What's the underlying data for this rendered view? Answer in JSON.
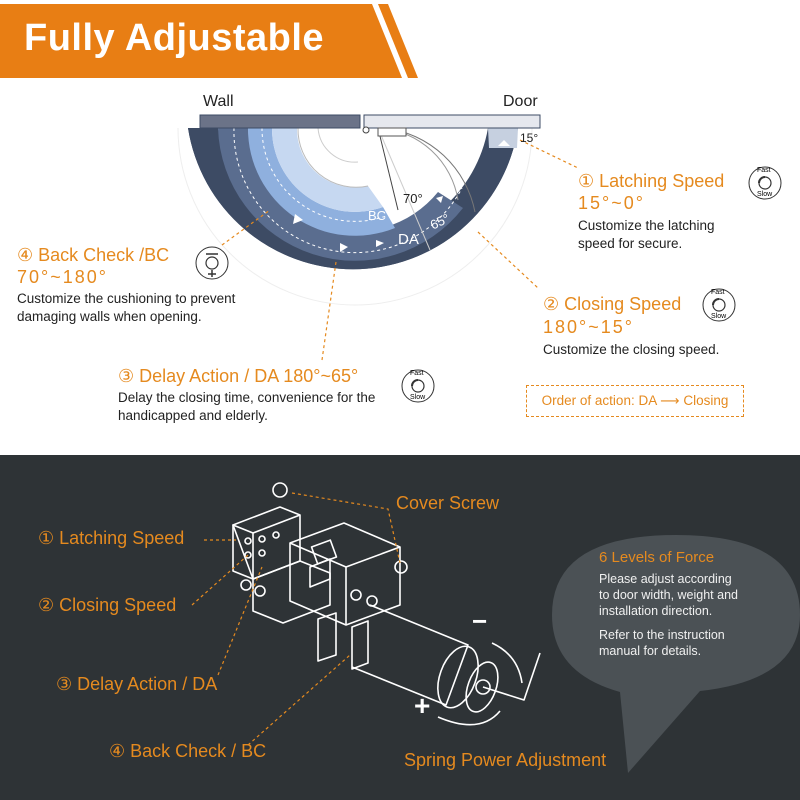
{
  "banner": {
    "title": "Fully Adjustable",
    "color": "#e87e14"
  },
  "diagram": {
    "wall_label": "Wall",
    "door_label": "Door",
    "angle_15": "15°",
    "angle_70": "70°",
    "angle_65": "65°",
    "zone_bc": "BC",
    "zone_da": "DA"
  },
  "speed_icon": {
    "fast": "Fast",
    "slow": "Slow"
  },
  "settings": {
    "latching": {
      "title": "① Latching Speed",
      "range": "15°~0°",
      "desc1": "Customize the latching",
      "desc2": "speed for secure."
    },
    "back_check": {
      "title": "④ Back Check /BC",
      "range": "70°~180°",
      "desc1": "Customize the cushioning to prevent",
      "desc2": "damaging walls when opening."
    },
    "closing": {
      "title": "② Closing Speed",
      "range": "180°~15°",
      "desc1": "Customize the closing speed."
    },
    "delay": {
      "title": "③ Delay Action / DA 180°~65°",
      "desc1": "Delay the closing time, convenience for the",
      "desc2": "handicapped and elderly."
    }
  },
  "order_of_action": "Order of action: DA ⟶ Closing",
  "bottom": {
    "cover_screw": "Cover Screw",
    "latching": "① Latching Speed",
    "closing": "② Closing Speed",
    "delay": "③ Delay Action / DA",
    "back_check": "④ Back Check / BC",
    "spring": "Spring Power Adjustment",
    "minus": "−",
    "plus": "+",
    "bubble": {
      "title": "6 Levels of Force",
      "line1": "Please adjust according",
      "line2": "to door width, weight and",
      "line3": "installation direction.",
      "line4": "Refer to the instruction",
      "line5": "manual for details."
    }
  },
  "colors": {
    "accent": "#e58a1f",
    "dark": "#2e3336",
    "navy": "#3d4b64",
    "blue": "#6f93c8"
  }
}
